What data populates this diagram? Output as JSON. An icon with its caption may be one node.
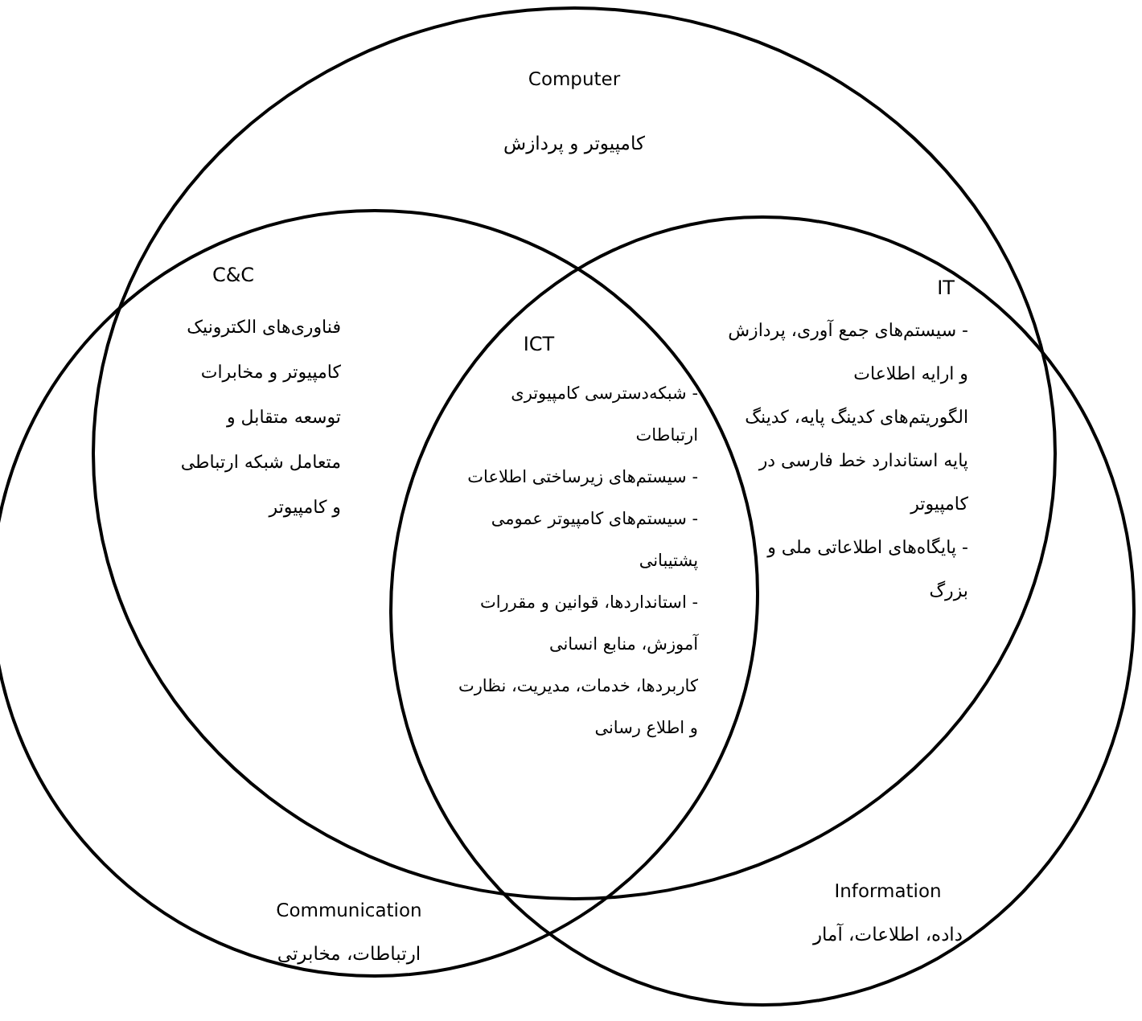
{
  "diagram": {
    "nodes": [
      {
        "text": [
          "Computer",
          "کامپیوتر و پردازش"
        ]
      },
      {
        "text": [
          "Communication",
          "ارتباطات، مخابرتی"
        ]
      },
      {
        "text": [
          "Information",
          "داده، اطلاعات، آمار"
        ]
      }
    ],
    "edges": [],
    "labels": [
      "C&C",
      "فناوری‌های الکترونیک کامپیوتر و مخابرات",
      "توسعه متقابل و متعامل شبکه ارتباطی و کامپیوتر",
      "ICT",
      "- شبکه‌دسترسی کامپیوتری ارتباطات",
      "- سیستم‌های زیرساختی اطلاعات",
      "- سیستم‌های کامپیوتر عمومی پشتیبانی",
      "- استانداردها، قوانین و مقررات",
      "آموزش، منابع انسانی",
      "کاربردها، خدمات، مدیریت، نظارت و اطلاع رسانی",
      "IT",
      "- سیستم‌های جمع آوری، پردازش و ارایه اطلاعات",
      "الگوریتم‌های کدینگ پایه، کدینگ پایه استاندارد خط فارسی در کامپیوتر",
      "- پایگاه‌های اطلاعاتی ملی و بزرگ"
    ]
  }
}
